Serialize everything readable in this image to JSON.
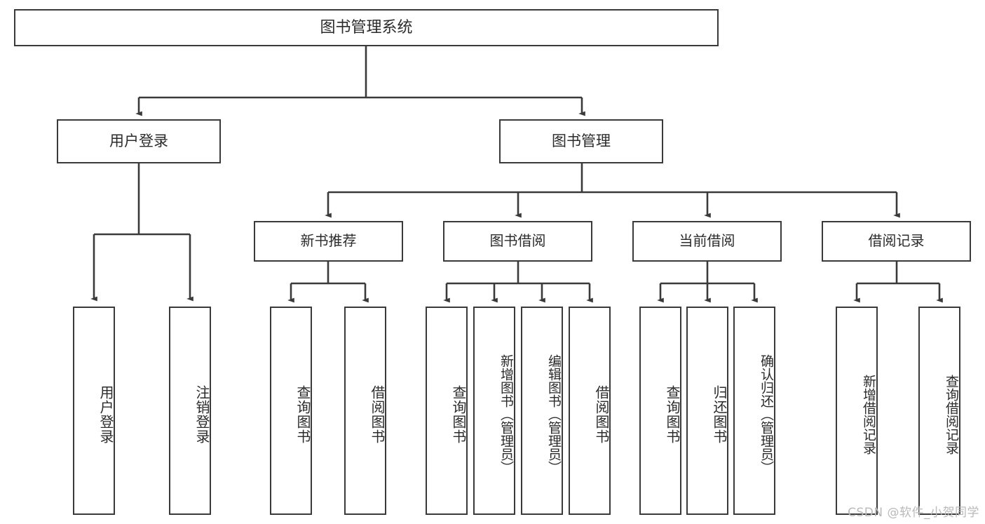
{
  "diagram": {
    "type": "tree",
    "title": "图书管理系统",
    "root": {
      "label": "图书管理系统"
    },
    "level2": [
      {
        "label": "用户登录"
      },
      {
        "label": "图书管理"
      }
    ],
    "level3": [
      {
        "label": "新书推荐"
      },
      {
        "label": "图书借阅"
      },
      {
        "label": "当前借阅"
      },
      {
        "label": "借阅记录"
      }
    ],
    "leaves": {
      "user_login": [
        {
          "label": "用户登录"
        },
        {
          "label": "注销登录"
        }
      ],
      "new_book_recommend": [
        {
          "label": "查询图书"
        },
        {
          "label": "借阅图书"
        }
      ],
      "book_borrow": [
        {
          "label": "查询图书"
        },
        {
          "label": "新增图书（管理员）"
        },
        {
          "label": "编辑图书（管理员）"
        },
        {
          "label": "借阅图书"
        }
      ],
      "current_borrow": [
        {
          "label": "查询图书"
        },
        {
          "label": "归还图书"
        },
        {
          "label": "确认归还（管理员）"
        }
      ],
      "borrow_record": [
        {
          "label": "新增借阅记录"
        },
        {
          "label": "查询借阅记录"
        }
      ]
    }
  },
  "watermark": {
    "text": "CSDN @软件_小贺同学"
  },
  "colors": {
    "border": "#3a3a3a",
    "text": "#2b2b2b",
    "background": "#ffffff",
    "watermark": "#b9b9b9"
  }
}
